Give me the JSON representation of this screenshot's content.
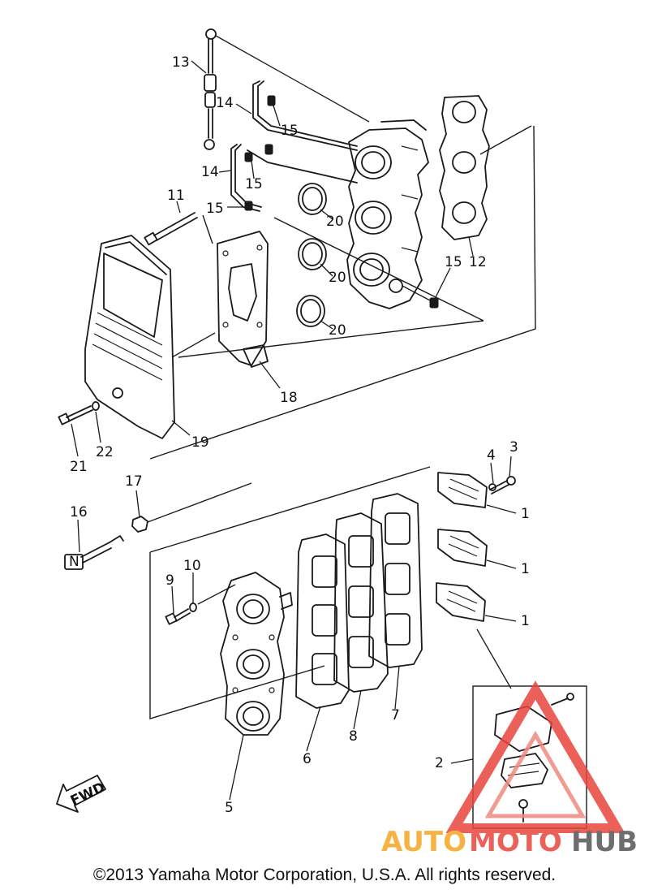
{
  "copyright": "©2013 Yamaha Motor Corporation, U.S.A. All rights reserved.",
  "fwd_label": "FWD",
  "watermark": {
    "part1": "AUTO",
    "part2": "MOTO",
    "part3": "HUB",
    "color1": "#f5a623",
    "color2": "#e8453c",
    "color3": "#555555"
  },
  "callouts": {
    "c1a": "1",
    "c1b": "1",
    "c1c": "1",
    "c2": "2",
    "c3": "3",
    "c4": "4",
    "c5": "5",
    "c6": "6",
    "c7": "7",
    "c8": "8",
    "c9": "9",
    "c10": "10",
    "c11": "11",
    "c12": "12",
    "c13": "13",
    "c14a": "14",
    "c14b": "14",
    "c15a": "15",
    "c15b": "15",
    "c15c": "15",
    "c15d": "15",
    "c16": "16",
    "c17": "17",
    "c18": "18",
    "c19": "19",
    "c20a": "20",
    "c20b": "20",
    "c20c": "20",
    "c21": "21",
    "c22": "22"
  }
}
